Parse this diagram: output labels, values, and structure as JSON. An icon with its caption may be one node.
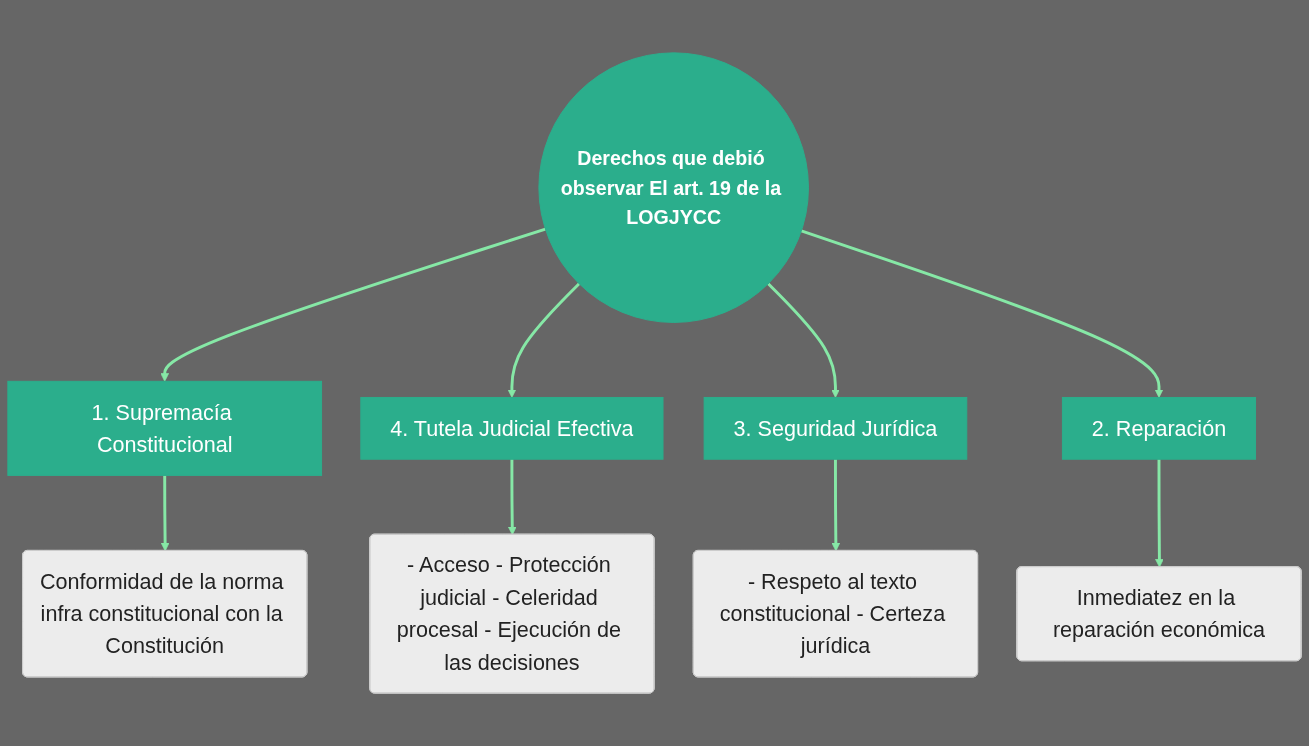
{
  "diagram": {
    "nodes": [
      {
        "text": [
          "- Acceso - Protección judicial - Celeridad procesal - Ejecución de las decisiones"
        ]
      },
      {
        "text": [
          "1. Supremacía Constitucional"
        ]
      },
      {
        "text": [
          "Conformidad de la norma infra constitucional con la Constitución"
        ]
      },
      {
        "text": [
          "Derechos que debió observar El art. 19 de la LOGJYCC"
        ]
      },
      {
        "text": [
          "4. Tutela Judicial Efectiva"
        ]
      },
      {
        "text": [
          "3. Seguridad Jurídica"
        ]
      },
      {
        "text": [
          "Inmediatez en la reparación económica"
        ]
      },
      {
        "text": [
          "2. Reparación"
        ]
      },
      {
        "text": [
          "- Respeto al texto constitucional - Certeza jurídica"
        ]
      }
    ],
    "edges": [
      {
        "from": 3,
        "to": 1,
        "arrow": "to"
      },
      {
        "from": 1,
        "to": 2,
        "arrow": "to"
      },
      {
        "from": 3,
        "to": 4,
        "arrow": "to"
      },
      {
        "from": 4,
        "to": 0,
        "arrow": "to"
      },
      {
        "from": 3,
        "to": 5,
        "arrow": "to"
      },
      {
        "from": 5,
        "to": 8,
        "arrow": "to"
      },
      {
        "from": 3,
        "to": 7,
        "arrow": "to"
      },
      {
        "from": 7,
        "to": 6,
        "arrow": "to"
      }
    ]
  }
}
